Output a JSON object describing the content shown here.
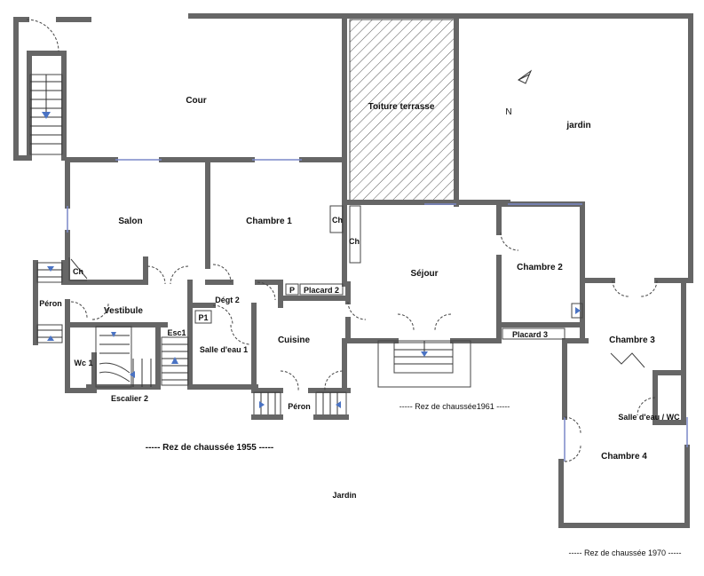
{
  "zones": {
    "cour": "Cour",
    "toiture": "Toiture terrasse",
    "jardin_nord": "jardin",
    "jardin_sud": "Jardin",
    "north": "N"
  },
  "rooms": {
    "salon": "Salon",
    "chambre1": "Chambre 1",
    "ch_a": "Ch",
    "ch_b": "Ch",
    "ch_c": "Ch",
    "sejour": "Séjour",
    "chambre2": "Chambre 2",
    "placard2": "Placard 2",
    "p": "P",
    "degt2": "Dégt 2",
    "p1": "P1",
    "esc1": "Esc1",
    "salle_eau1": "Salle d'eau 1",
    "cuisine": "Cuisine",
    "vestibule": "Vestibule",
    "peron_w": "Péron",
    "peron_s": "Péron",
    "wc1": "Wc 1",
    "escalier2": "Escalier 2",
    "placard3": "Placard 3",
    "chambre3": "Chambre 3",
    "salle_eau_wc": "Salle d'eau / WC",
    "chambre4": "Chambre 4"
  },
  "periods": {
    "p1955": "----- Rez de chaussée 1955 -----",
    "p1961": "----- Rez de chaussée1961 -----",
    "p1970": "----- Rez de chaussée 1970 -----"
  },
  "colors": {
    "wall": "#666666",
    "hatch": "#555555",
    "arrow": "#4a73c4",
    "window": "#7a88c8"
  }
}
